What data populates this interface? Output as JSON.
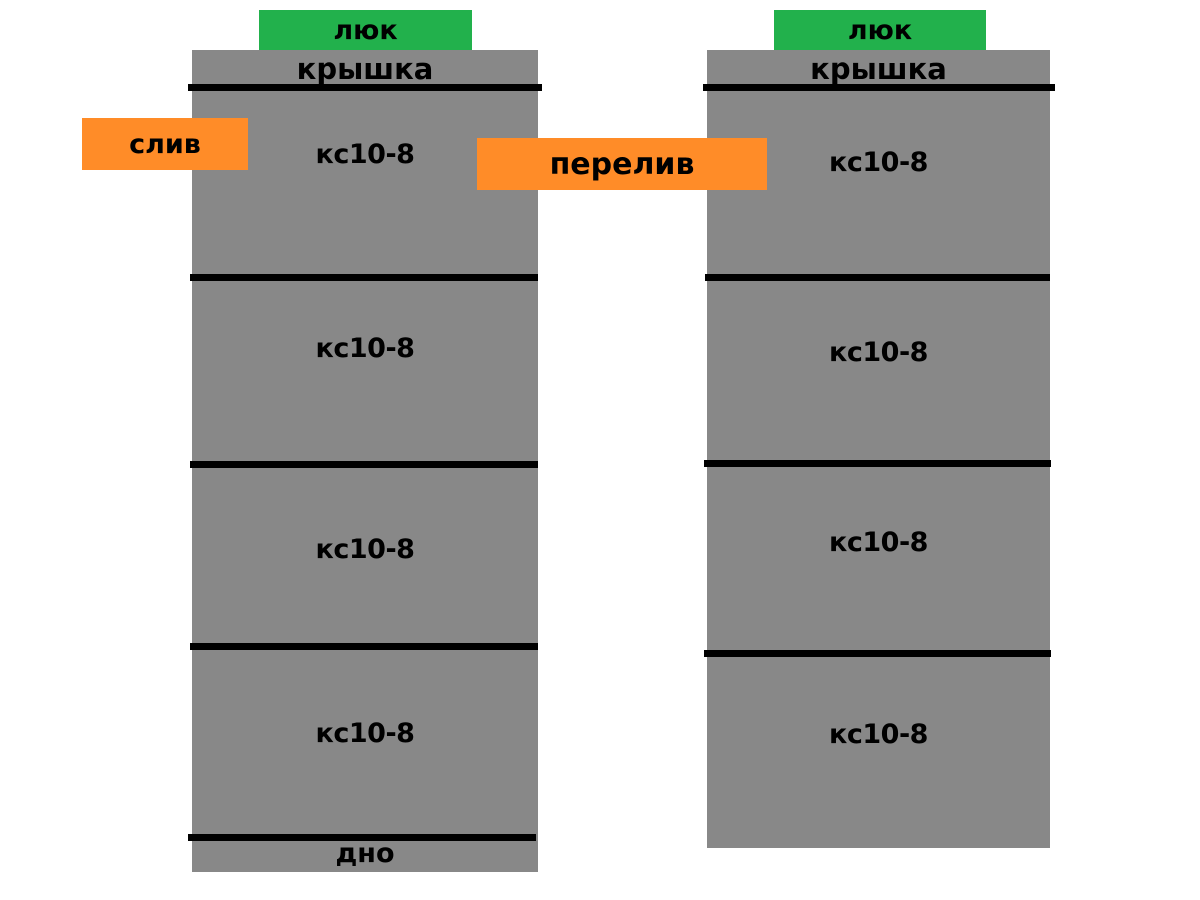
{
  "diagram": {
    "title_text_present": false,
    "colors": {
      "concrete_gray": "#888888",
      "hatch_green": "#22b14c",
      "pipe_orange": "#ff8c28",
      "line_black": "#000000",
      "background_white": "#ffffff"
    }
  },
  "left_tank": {
    "name": "left-septic-chamber",
    "cover_label": "крышка",
    "bottom_label": "дно",
    "hatch": {
      "label": "люк"
    },
    "rings": [
      {
        "label": "кс10-8"
      },
      {
        "label": "кс10-8"
      },
      {
        "label": "кс10-8"
      },
      {
        "label": "кс10-8"
      }
    ]
  },
  "right_tank": {
    "name": "right-septic-chamber",
    "cover_label": "крышка",
    "hatch": {
      "label": "люк"
    },
    "rings": [
      {
        "label": "кс10-8"
      },
      {
        "label": "кс10-8"
      },
      {
        "label": "кс10-8"
      },
      {
        "label": "кс10-8"
      }
    ]
  },
  "pipes": {
    "drain": {
      "label": "слив"
    },
    "overflow": {
      "label": "перелив"
    }
  }
}
